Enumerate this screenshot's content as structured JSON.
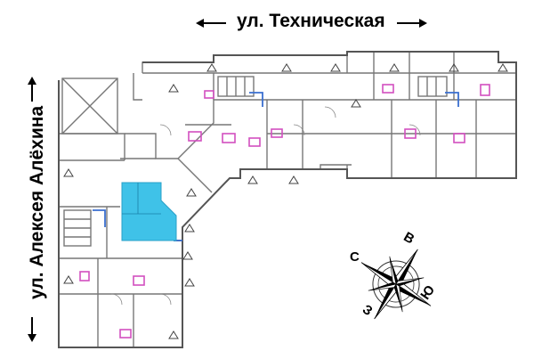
{
  "streets": {
    "top": "ул. Техническая",
    "left": "ул. Алексея Алёхина"
  },
  "compass": {
    "north": "С",
    "east": "В",
    "south": "Ю",
    "west": "З"
  },
  "colors": {
    "highlight_apartment": "#3fc2e8",
    "walls": "#666666",
    "accent": "#d24fc0",
    "blue_lines": "#3a6fd0"
  },
  "icons": [
    "arrow-left-icon",
    "arrow-right-icon",
    "arrow-up-icon",
    "arrow-down-icon",
    "compass-rose-icon"
  ]
}
